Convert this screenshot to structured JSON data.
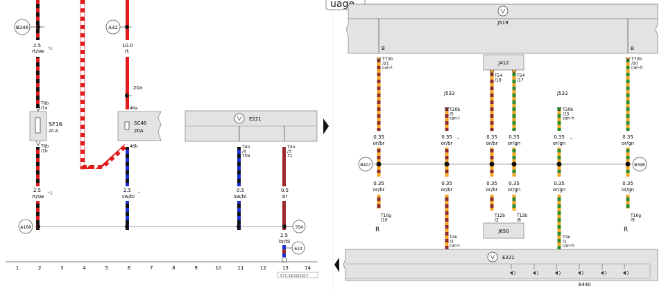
{
  "left_panel": {
    "top_connectors": [
      "B246",
      "A32"
    ],
    "wire_specs": [
      {
        "size": "2.5",
        "color": "rt/sw",
        "note": "*2"
      },
      {
        "size": "10.0",
        "color": "rt"
      },
      {
        "size": "2.5",
        "color": "rt/sw",
        "note": "*2"
      },
      {
        "size": "2.5",
        "color": "sw/bl",
        "note": "*"
      },
      {
        "size": "0.5",
        "color": "sw/bl"
      },
      {
        "size": "0.5",
        "color": "br"
      },
      {
        "size": "2.5",
        "color": "br/bl"
      }
    ],
    "fuses": [
      {
        "name": "SF16",
        "rating": "20 A",
        "pin_top": "T6b\n/1a",
        "pin_bottom": "T6b\n/1b"
      },
      {
        "name": "SC46",
        "rating": "20A",
        "pin_top": "46a",
        "pin_bottom": "46b"
      }
    ],
    "label_20a": "20a",
    "module": {
      "name": "E221",
      "pins": [
        "T4n\n/4\n30a",
        "T4n\n/3\n31"
      ]
    },
    "bottom_nodes": [
      "A168",
      "354",
      "610"
    ],
    "grid_numbers": [
      "1",
      "2",
      "3",
      "4",
      "5",
      "6",
      "7",
      "8",
      "9",
      "10",
      "11",
      "12",
      "13",
      "14"
    ],
    "footnote": "571-18/10/2017"
  },
  "nav": {
    "next_arrow": "next",
    "prev_arrow": "prev"
  },
  "right_panel": {
    "tab_fragment": "uage",
    "top_module": "J519",
    "labels_B": [
      "B",
      "B"
    ],
    "sub_module_top": "J412",
    "connectors": {
      "can_l_top": "T73b\n/21\ncan-l",
      "can_h_top": "T73b\n/20\ncan-h",
      "j412_a": "T54\n/18",
      "j412_b": "T54\n/17",
      "j533_l": "T20b\n/5\ncan-l",
      "j533_h": "T20b\n/15\ncan-h",
      "t16g_l": "T16g\n/10",
      "t16g_h": "T16g\n/9",
      "t12b_a": "T12b\n/2",
      "t12b_b": "T12b\n/8",
      "t4n_l": "T4n\n/2\ncan-l",
      "t4n_h": "T4n\n/1\ncan-h"
    },
    "j533": [
      "J533",
      "J533"
    ],
    "wire_size": "0.35",
    "wire_colors": [
      "or/br",
      "or/br",
      "or/br",
      "or/gn",
      "or/gn",
      "or/gn"
    ],
    "nodes": [
      "B407",
      "B398"
    ],
    "R_labels": [
      "R",
      "R"
    ],
    "sub_module_bottom": "J650",
    "bottom_module": "E221",
    "bottom_caption": "E440",
    "asterisks": [
      "*",
      "*"
    ]
  }
}
